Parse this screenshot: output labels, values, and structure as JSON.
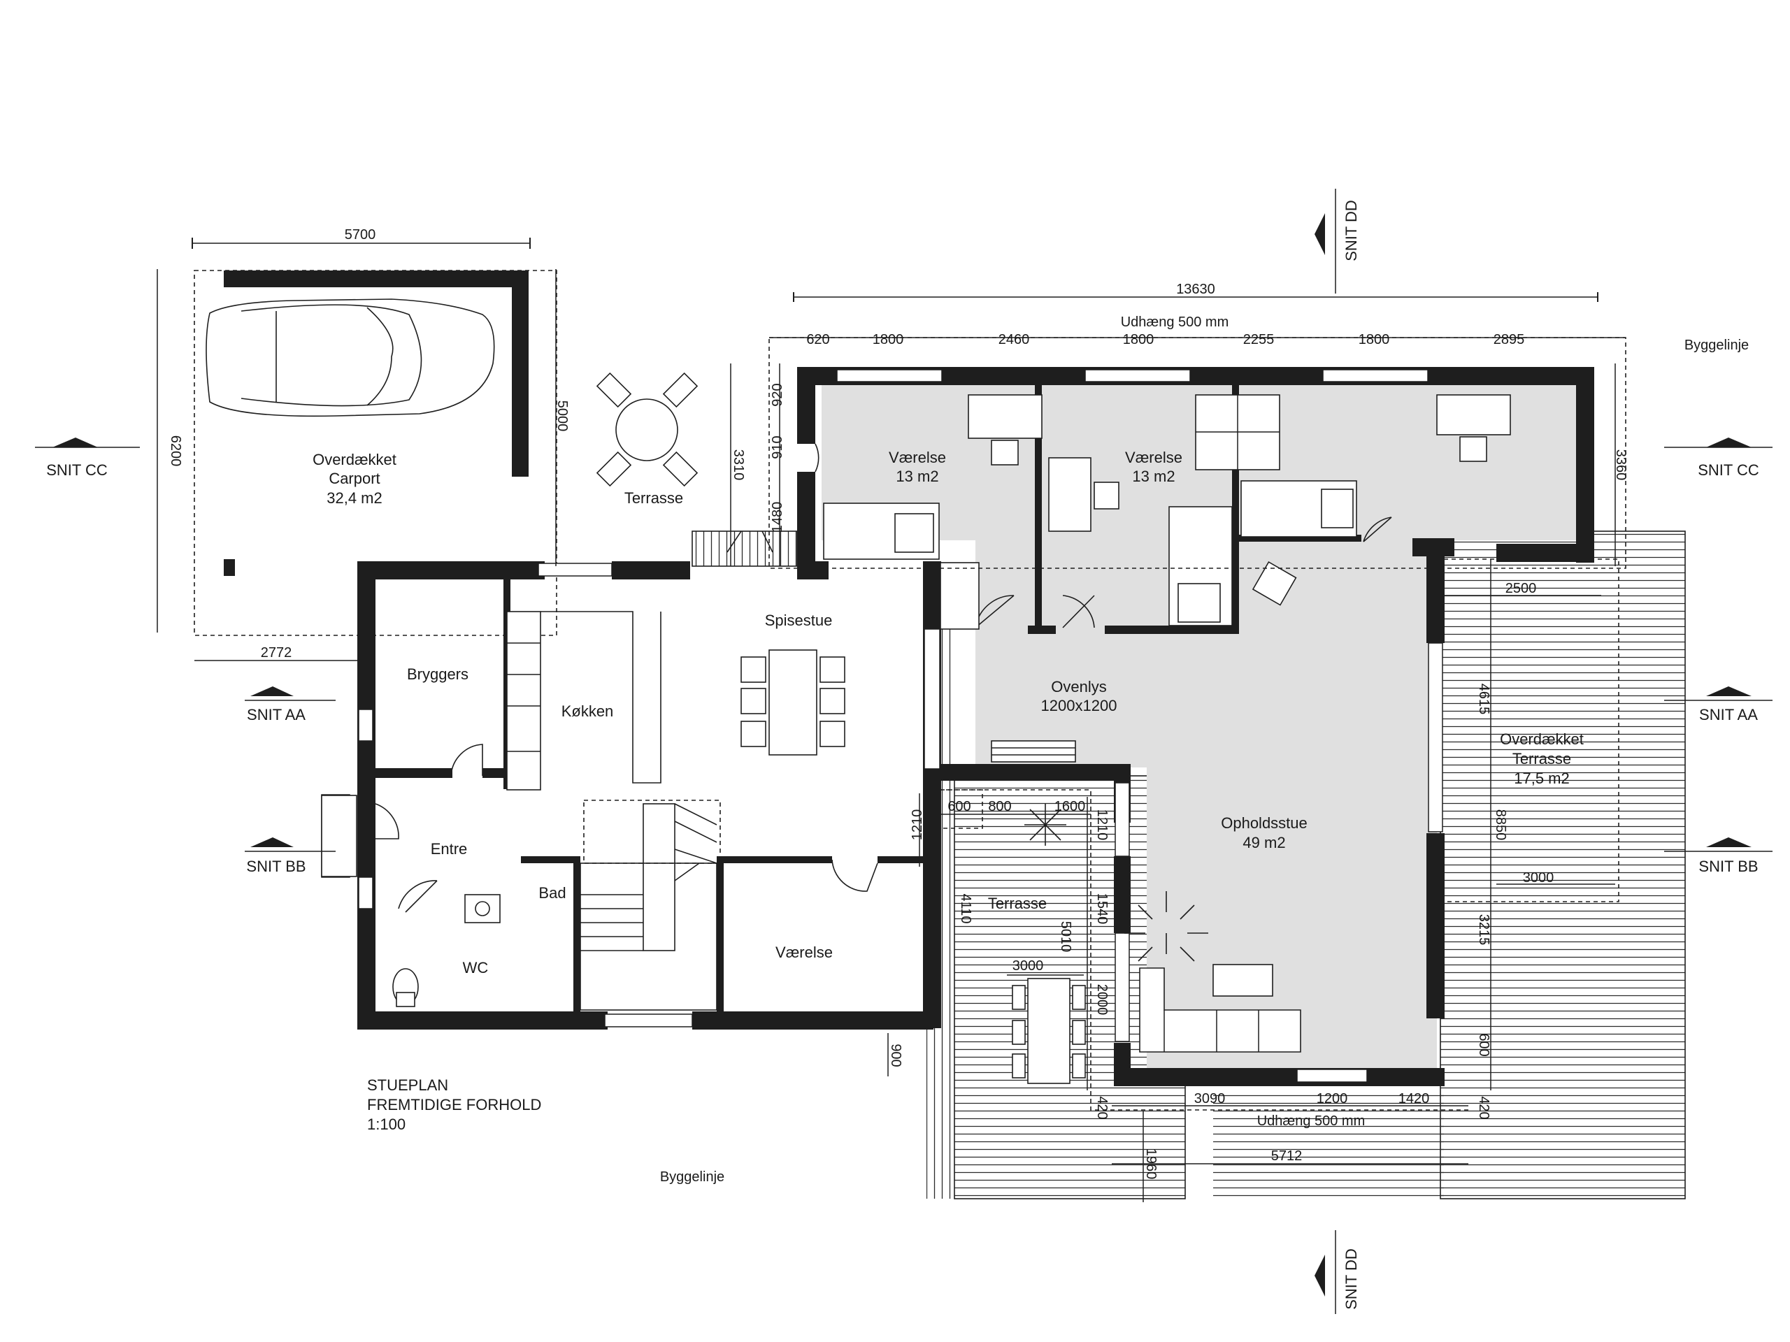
{
  "plan_title": {
    "line1": "STUEPLAN",
    "line2": "FREMTIDIGE FORHOLD",
    "scale": "1:100"
  },
  "rooms": {
    "carport_line1": "Overdækket",
    "carport_line2": "Carport",
    "carport_area": "32,4 m2",
    "terrasse_nw": "Terrasse",
    "vaerelse1": "Værelse",
    "vaerelse1_area": "13 m2",
    "vaerelse2": "Værelse",
    "vaerelse2_area": "13 m2",
    "spisestue": "Spisestue",
    "bryggers": "Bryggers",
    "koekken": "Køkken",
    "ovenlys": "Ovenlys",
    "ovenlys_size": "1200x1200",
    "entre": "Entre",
    "bad": "Bad",
    "wc": "WC",
    "vaerelse3": "Værelse",
    "terrasse_s": "Terrasse",
    "opholdsstue": "Opholdsstue",
    "opholdsstue_area": "49 m2",
    "overdaekket_terrasse_line1": "Overdækket",
    "overdaekket_terrasse_line2": "Terrasse",
    "overdaekket_terrasse_area": "17,5 m2"
  },
  "labels": {
    "udhaeng_top": "Udhæng 500 mm",
    "udhaeng_bottom": "Udhæng 500 mm",
    "byggelinje_right": "Byggelinje",
    "byggelinje_bottom": "Byggelinje"
  },
  "section_markers": {
    "cc": "SNIT CC",
    "aa": "SNIT AA",
    "bb": "SNIT BB",
    "dd": "SNIT DD"
  },
  "dimensions": {
    "carport_width": "5700",
    "carport_depth": "6200",
    "carport_side": "5000",
    "carport_offset": "2772",
    "total_width": "13630",
    "top_segments": [
      "620",
      "1800",
      "2460",
      "1800",
      "2255",
      "1800",
      "2895"
    ],
    "left_vertical": [
      "920",
      "910",
      "1480"
    ],
    "stair_depth": "3310",
    "right_depth": "3360",
    "terrace_width_2500": "2500",
    "terrace_4615": "4615",
    "terrace_8850": "8850",
    "terrace_3000": "3000",
    "terrace_3215": "3215",
    "terrace_600": "600",
    "terrace_420_right": "420",
    "bottom_3090": "3090",
    "bottom_1200": "1200",
    "bottom_1420": "1420",
    "bottom_420_left": "420",
    "bottom_5712": "5712",
    "bottom_1960": "1960",
    "bottom_900": "900",
    "mid_1210_h": "1210",
    "mid_1210_v": "1210",
    "mid_600": "600",
    "mid_800": "800",
    "mid_1600": "1600",
    "mid_4110": "4110",
    "mid_1540": "1540",
    "mid_5010": "5010",
    "mid_3000": "3000",
    "mid_2000": "2000"
  }
}
